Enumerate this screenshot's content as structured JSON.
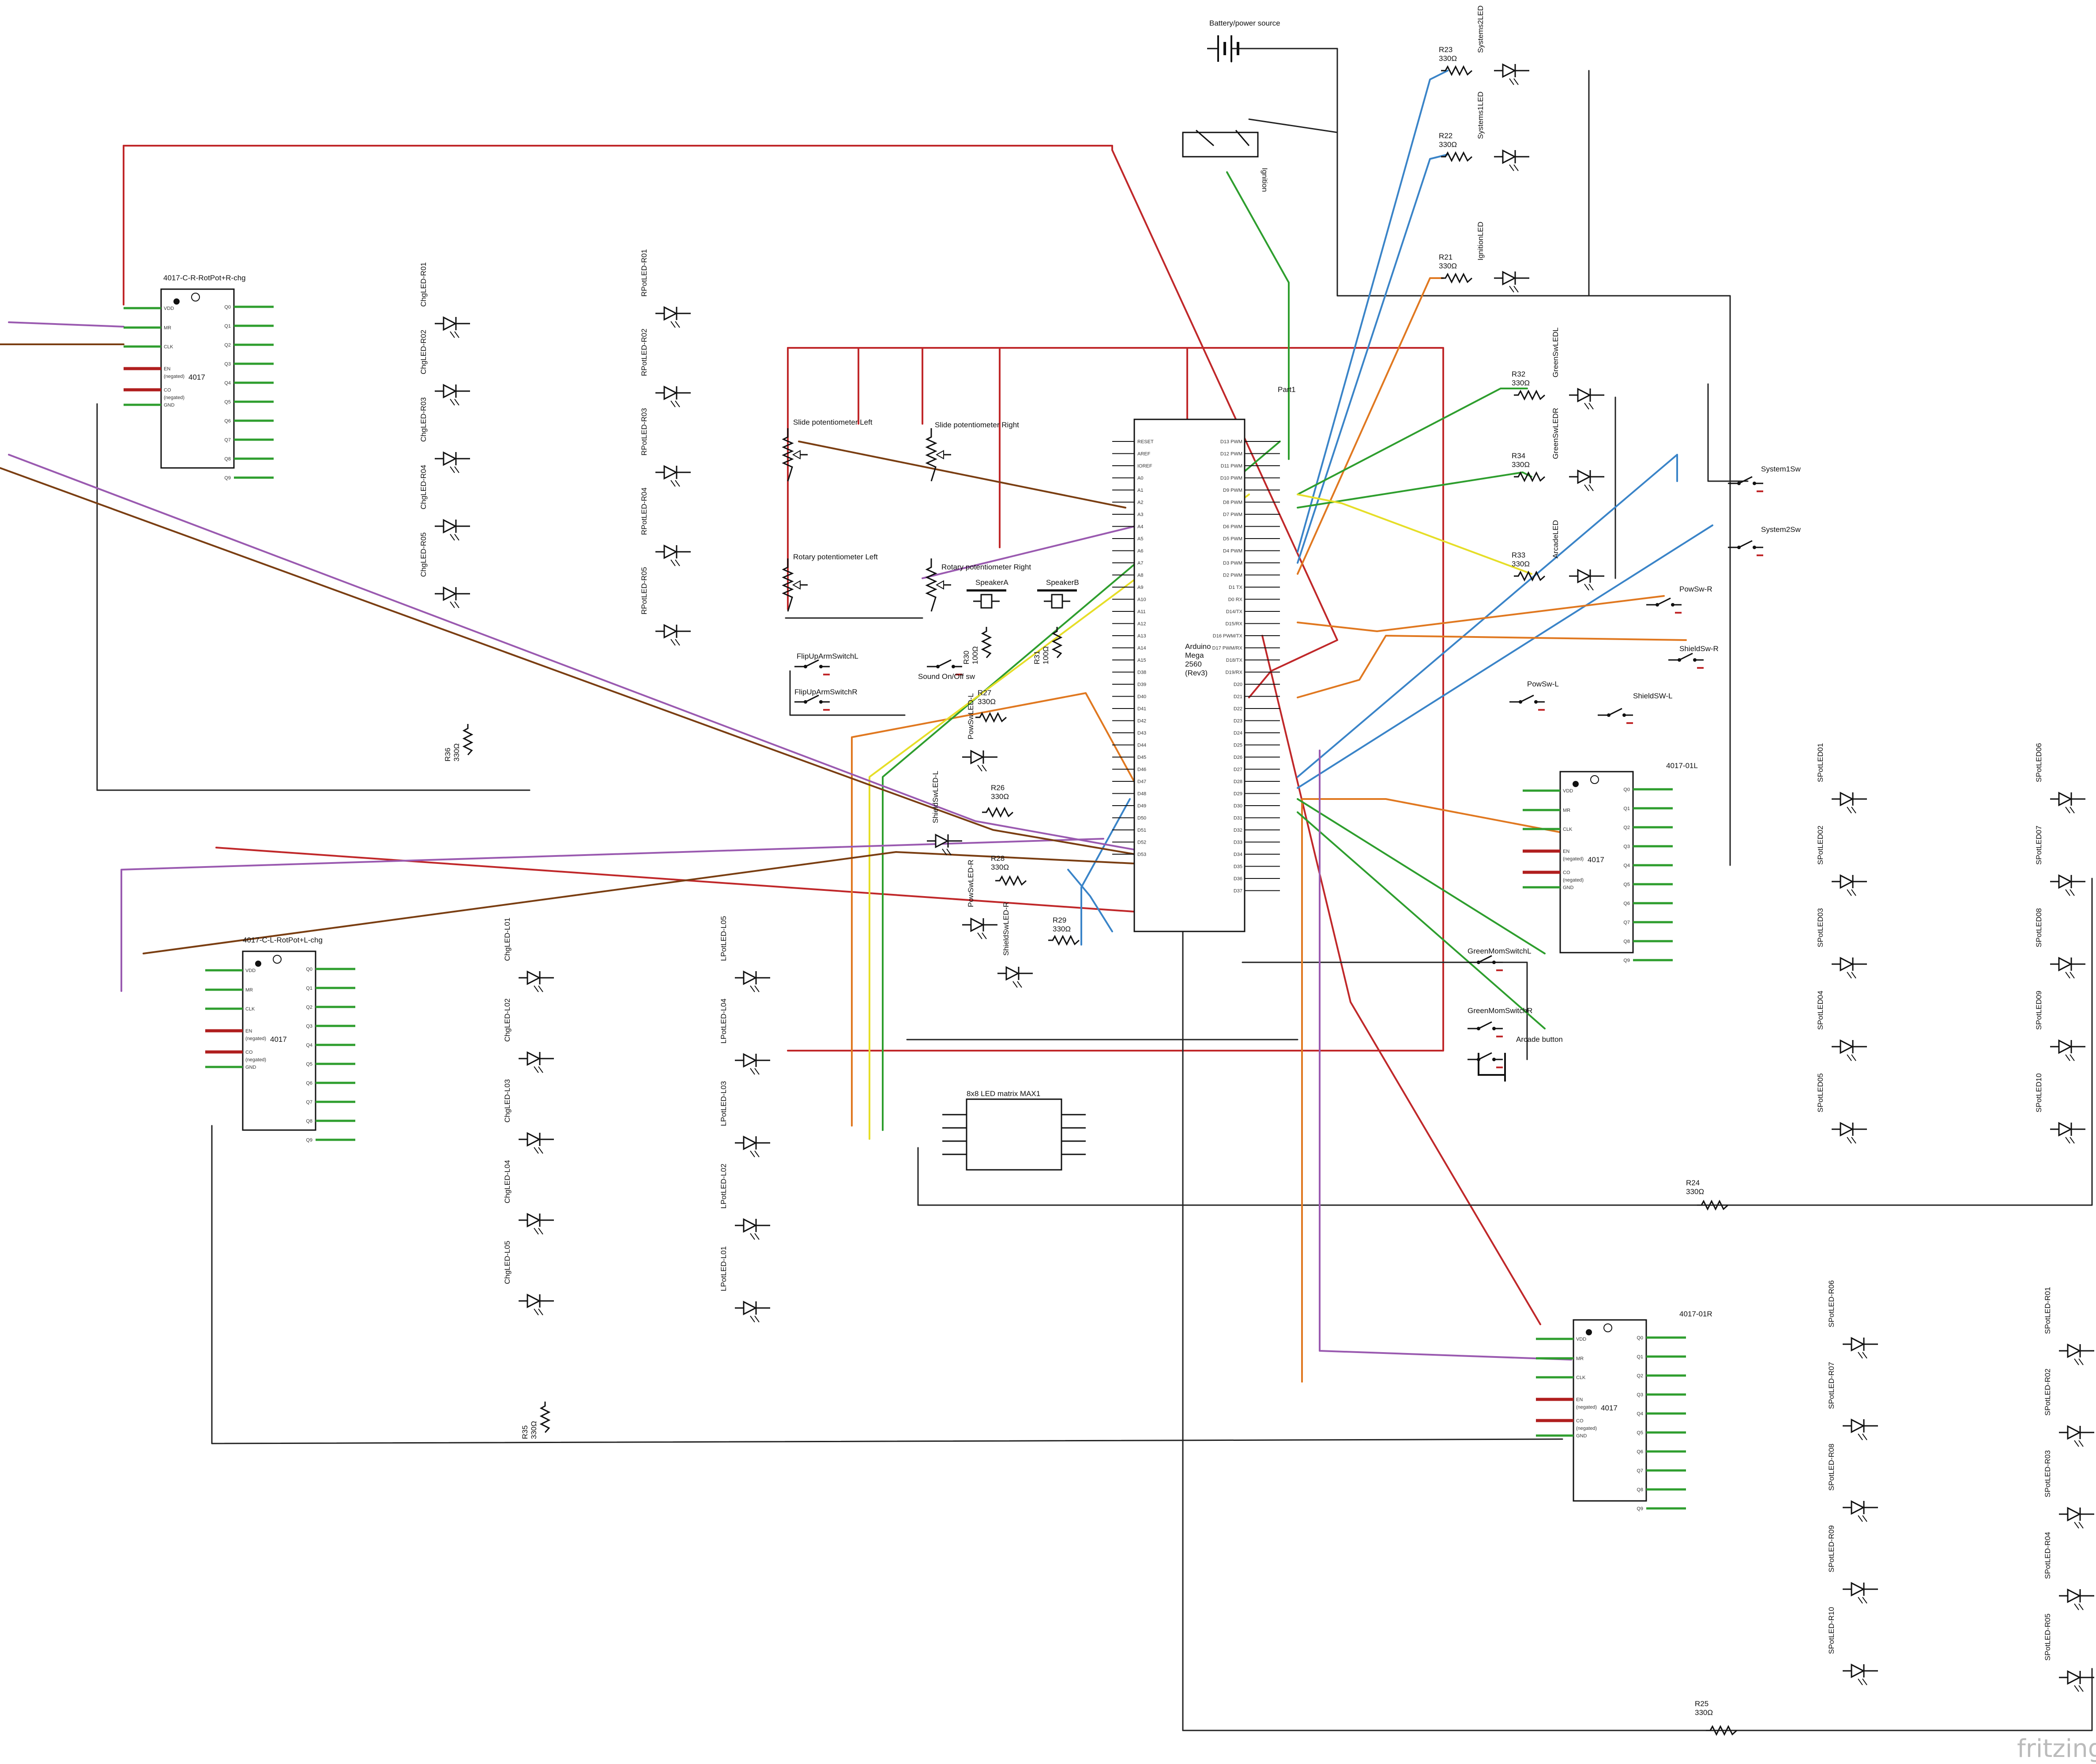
{
  "brand": "fritzing",
  "chips": {
    "c4017_R": {
      "title": "4017-C-R-RotPot+R-chg",
      "body": "4017"
    },
    "c4017_L": {
      "title": "4017-C-L-RotPot+L-chg",
      "body": "4017"
    },
    "c4017_01L": {
      "title": "4017-01L",
      "body": "4017"
    },
    "c4017_01R": {
      "title": "4017-01R",
      "body": "4017"
    }
  },
  "chip_pins_left": [
    "VDD",
    "MR",
    "CLK",
    "EN",
    "(negated)",
    "CO",
    "(negated)",
    "GND"
  ],
  "chip_pins_right": [
    "Q0",
    "Q1",
    "Q2",
    "Q3",
    "Q4",
    "Q5",
    "Q6",
    "Q7",
    "Q8",
    "Q9"
  ],
  "arduino": {
    "label_lines": [
      "Arduino",
      "Mega",
      "2560",
      "(Rev3)"
    ],
    "part_label": "Part1",
    "left_pins": [
      "RESET",
      "AREF",
      "IOREF",
      "A0",
      "A1",
      "A2",
      "A3",
      "A4",
      "A5",
      "A6",
      "A7",
      "A8",
      "A9",
      "A10",
      "A11",
      "A12",
      "A13",
      "A14",
      "A15",
      "D38",
      "D39",
      "D40",
      "D41",
      "D42",
      "D43",
      "D44",
      "D45",
      "D46",
      "D47",
      "D48",
      "D49",
      "D50",
      "D51",
      "D52",
      "D53"
    ],
    "right_pins": [
      "D13 PWM",
      "D12 PWM",
      "D11 PWM",
      "D10 PWM",
      "D9 PWM",
      "D8 PWM",
      "D7 PWM",
      "D6 PWM",
      "D5 PWM",
      "D4 PWM",
      "D3 PWM",
      "D2 PWM",
      "D1 TX",
      "D0 RX",
      "D14/TX",
      "D15/RX",
      "D16 PWM/TX",
      "D17 PWM/RX",
      "D18/TX",
      "D19/RX",
      "D20",
      "D21",
      "D22",
      "D23",
      "D24",
      "D25",
      "D26",
      "D27",
      "D28",
      "D29",
      "D30",
      "D31",
      "D32",
      "D33",
      "D34",
      "D35",
      "D36",
      "D37"
    ]
  },
  "power": {
    "battery": "Battery/power source",
    "ignition": "Ignition"
  },
  "top_leds": [
    {
      "res": "R23",
      "val": "330Ω",
      "led": "Systems2LED"
    },
    {
      "res": "R22",
      "val": "330Ω",
      "led": "Systems1LED"
    },
    {
      "res": "R21",
      "val": "330Ω",
      "led": "IgnitionLED"
    },
    {
      "res": "R32",
      "val": "330Ω",
      "led": "GreenSwLEDL"
    },
    {
      "res": "R34",
      "val": "330Ω",
      "led": "GreenSwLEDR"
    },
    {
      "res": "R33",
      "val": "330Ω",
      "led": "ArcadeLED"
    }
  ],
  "switches": [
    "System1Sw",
    "System2Sw",
    "PowSw-R",
    "ShieldSw-R",
    "PowSw-L",
    "ShieldSW-L",
    "FlipUpArmSwitchL",
    "FlipUpArmSwitchR",
    "Sound On/Off sw",
    "GreenMomSwitchL",
    "GreenMomSwitchR",
    "Arcade button"
  ],
  "pots": [
    "Slide potentiometer Left",
    "Slide potentiometer Right",
    "Rotary potentiometer Left",
    "Rotary potentiometer Right"
  ],
  "speakers": [
    {
      "name": "SpeakerA",
      "res": "R30",
      "val": "100Ω"
    },
    {
      "name": "SpeakerB",
      "res": "R31",
      "val": "100Ω"
    }
  ],
  "mid_leds": [
    {
      "res": "R27",
      "val": "330Ω",
      "led": "PowSwLED-L"
    },
    {
      "res": "R26",
      "val": "330Ω",
      "led": "ShieldSwLED-L"
    },
    {
      "res": "R28",
      "val": "330Ω",
      "led": "PowSwLED-R"
    },
    {
      "res": "R29",
      "val": "330Ω",
      "led": "ShieldSwLED-R"
    }
  ],
  "matrix": "8x8 LED matrix MAX1",
  "r_rot_chg": [
    "ChgLED-R01",
    "ChgLED-R02",
    "ChgLED-R03",
    "ChgLED-R04",
    "ChgLED-R05"
  ],
  "r_rot_pot": [
    "RPotLED-R01",
    "RPotLED-R02",
    "RPotLED-R03",
    "RPotLED-R04",
    "RPotLED-R05"
  ],
  "l_rot_chg": [
    "ChgLED-L01",
    "ChgLED-L02",
    "ChgLED-L03",
    "ChgLED-L04",
    "ChgLED-L05"
  ],
  "l_rot_pot": [
    "LPotLED-L05",
    "LPotLED-L04",
    "LPotLED-L03",
    "LPotLED-L02",
    "LPotLED-L01"
  ],
  "spot_l_a": [
    "SPotLED01",
    "SPotLED02",
    "SPotLED03",
    "SPotLED04",
    "SPotLED05"
  ],
  "spot_l_b": [
    "SPotLED06",
    "SPotLED07",
    "SPotLED08",
    "SPotLED09",
    "SPotLED10"
  ],
  "spot_r_a": [
    "SPotLED-R06",
    "SPotLED-R07",
    "SPotLED-R08",
    "SPotLED-R09",
    "SPotLED-R10"
  ],
  "spot_r_b": [
    "SPotLED-R01",
    "SPotLED-R02",
    "SPotLED-R03",
    "SPotLED-R04",
    "SPotLED-R05"
  ],
  "bus_resistors": [
    {
      "res": "R36",
      "val": "330Ω"
    },
    {
      "res": "R35",
      "val": "330Ω"
    },
    {
      "res": "R24",
      "val": "330Ω"
    },
    {
      "res": "R25",
      "val": "330Ω"
    }
  ]
}
